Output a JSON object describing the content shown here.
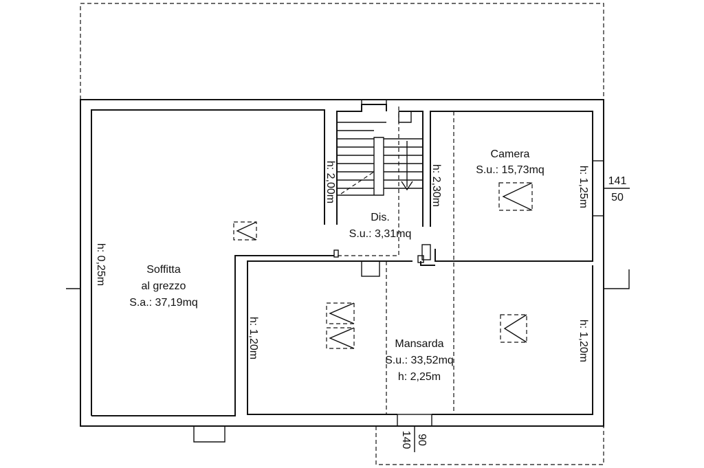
{
  "rooms": {
    "soffitta": {
      "line1": "Soffitta",
      "line2": "al grezzo",
      "area": "S.a.: 37,19mq"
    },
    "camera": {
      "name": "Camera",
      "area": "S.u.: 15,73mq"
    },
    "dis": {
      "name": "Dis.",
      "area": "S.u.: 3,31mq"
    },
    "mansarda": {
      "name": "Mansarda",
      "area": "S.u.: 33,52mq",
      "height": "h: 2,25m"
    }
  },
  "heights": {
    "soffitta": "h: 0,25m",
    "stair_left": "h: 2,00m",
    "stair_right": "h: 2,30m",
    "camera": "h: 1,25m",
    "mansarda_left": "h: 1,20m",
    "mansarda_right": "h: 1,20m"
  },
  "openings": {
    "camera_window": {
      "top": "141",
      "bottom": "50"
    },
    "mansarda_window": {
      "left": "140",
      "right": "90"
    }
  }
}
